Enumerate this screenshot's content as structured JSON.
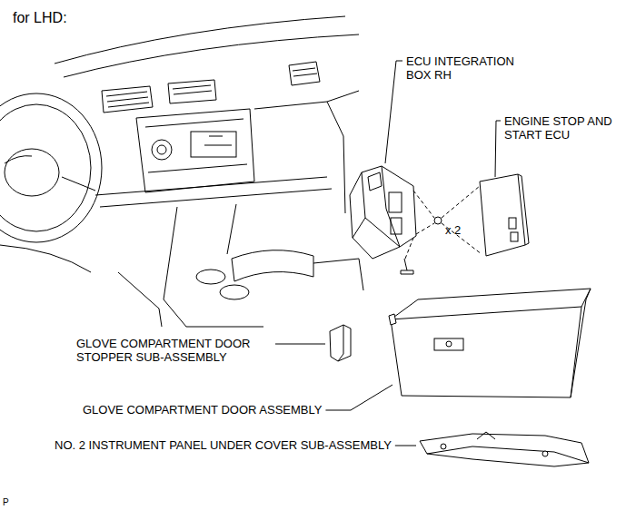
{
  "diagram": {
    "labels": [
      "for LHD:",
      "ECU INTEGRATION BOX RH",
      "ENGINE STOP AND START ECU",
      "x 2",
      "GLOVE COMPARTMENT DOOR STOPPER SUB-ASSEMBLY",
      "GLOVE COMPARTMENT DOOR ASSEMBLY",
      "NO. 2 INSTRUMENT PANEL UNDER COVER SUB-ASSEMBLY",
      "P"
    ]
  }
}
